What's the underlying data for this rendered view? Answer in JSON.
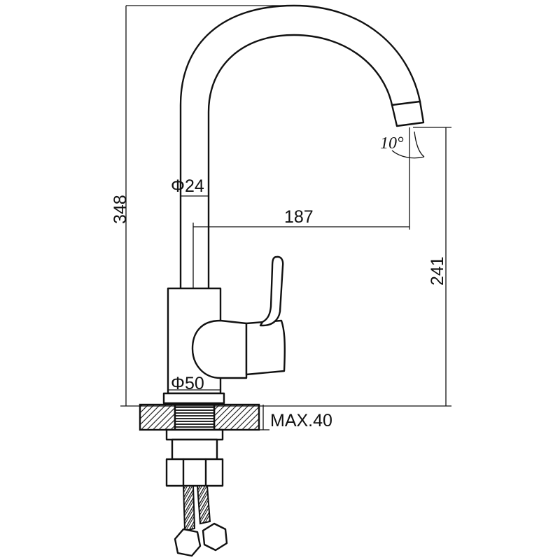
{
  "dimensions": {
    "total_height": "348",
    "tube_diameter": "Φ24",
    "spout_reach": "187",
    "spout_height": "241",
    "base_diameter": "Φ50",
    "max_deck_thickness": "MAX.40",
    "swivel_angle": "10°"
  },
  "colors": {
    "line": "#111111",
    "background": "#ffffff",
    "hatch": "#111111"
  }
}
